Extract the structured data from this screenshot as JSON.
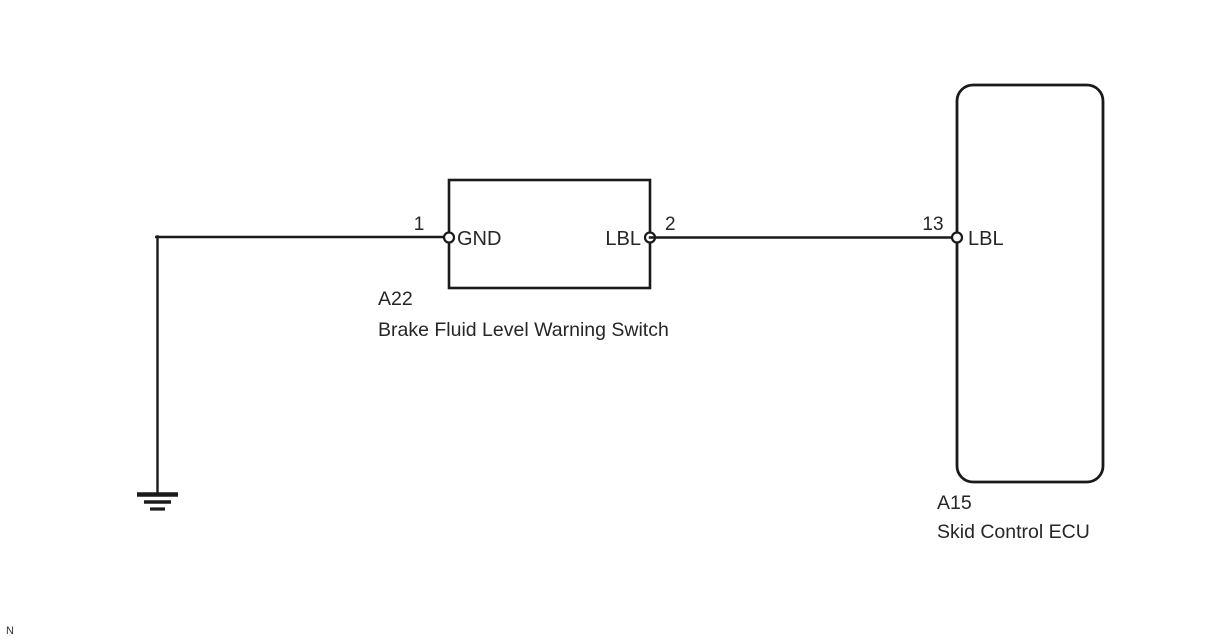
{
  "diagram": {
    "page_mark": "N",
    "components": [
      {
        "id": "brake-fluid-level-warning-switch",
        "code": "A22",
        "name": "Brake Fluid Level Warning Switch",
        "shape": "rectangle",
        "pins": [
          {
            "number": "1",
            "label": "GND",
            "side": "left"
          },
          {
            "number": "2",
            "label": "LBL",
            "side": "right"
          }
        ]
      },
      {
        "id": "skid-control-ecu",
        "code": "A15",
        "name": "Skid Control ECU",
        "shape": "rounded-rectangle",
        "pins": [
          {
            "number": "13",
            "label": "LBL",
            "side": "left"
          }
        ]
      }
    ],
    "symbols": [
      {
        "id": "chassis-ground",
        "type": "ground"
      }
    ],
    "connections": [
      {
        "from": "chassis-ground",
        "to": "A22 pin 1 GND"
      },
      {
        "from": "A22 pin 2 LBL",
        "to": "A15 pin 13 LBL"
      }
    ],
    "colors": {
      "line": "#1a1a1a",
      "text": "#262626",
      "background": "#ffffff"
    }
  }
}
